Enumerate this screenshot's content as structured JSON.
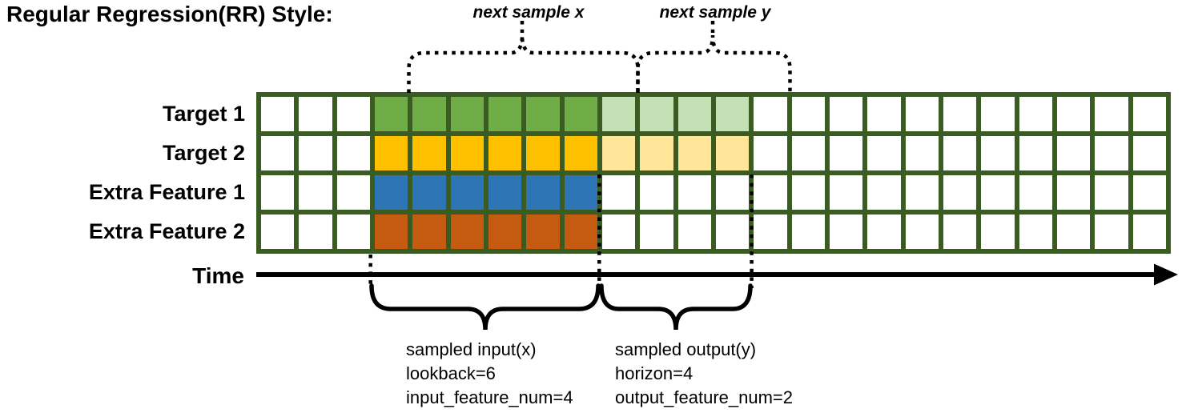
{
  "title": "Regular Regression(RR) Style:",
  "top_annotations": {
    "next_sample_x": "next sample x",
    "next_sample_y": "next sample y"
  },
  "grid": {
    "columns": 24,
    "input_start_col": 3,
    "input_length": 6,
    "output_length": 4,
    "border_color": "#3A5B22",
    "empty_color": "#FFFFFF",
    "rows": [
      {
        "label": "Target 1",
        "cell_color": "#70AD47",
        "output_color": "#C5E0B4",
        "has_output": true
      },
      {
        "label": "Target 2",
        "cell_color": "#FFC000",
        "output_color": "#FFE699",
        "has_output": true
      },
      {
        "label": "Extra Feature 1",
        "cell_color": "#2E75B6",
        "output_color": null,
        "has_output": false
      },
      {
        "label": "Extra Feature 2",
        "cell_color": "#C55A11",
        "output_color": null,
        "has_output": false
      }
    ]
  },
  "time_axis": {
    "label": "Time"
  },
  "bottom_annotations": {
    "input": {
      "lines": [
        "sampled input(x)",
        "lookback=6",
        "input_feature_num=4"
      ]
    },
    "output": {
      "lines": [
        "sampled output(y)",
        "horizon=4",
        "output_feature_num=2"
      ]
    }
  }
}
